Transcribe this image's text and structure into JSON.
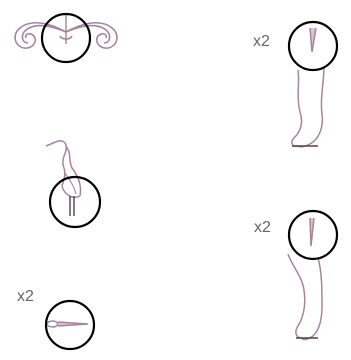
{
  "labels": {
    "leg_top": "x2",
    "leg_bottom": "x2",
    "pin": "x2"
  },
  "colors": {
    "part_stroke": "#a8839a",
    "part_dark": "#5a3a4e",
    "circle": "#000000",
    "label": "#666666"
  },
  "icons": {
    "curl_piece": "ornamental-curl-icon",
    "bird": "heron-bird-icon",
    "small_pin": "small-pin-icon",
    "leg_top": "curved-leg-icon",
    "leg_bottom": "curved-leg-icon"
  }
}
